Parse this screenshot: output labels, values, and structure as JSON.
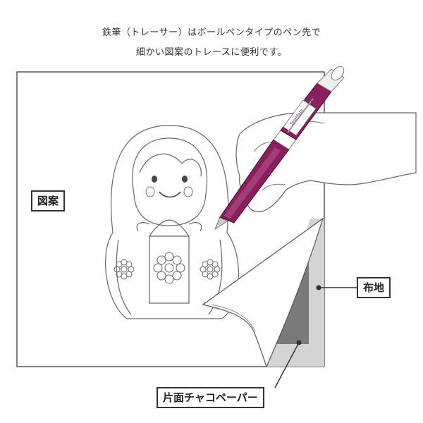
{
  "caption": {
    "line1": "鉄筆（トレーサー）はボールペンタイプのペン先で",
    "line2": "細かい図案のトレースに便利です。"
  },
  "labels": {
    "design": "図案",
    "fabric": "布地",
    "paper": "片面チャコペーパー"
  },
  "pen": {
    "brand_mark": "SewMate"
  },
  "colors": {
    "pen_purple": "#8a1f5e",
    "pen_dark": "#4a0a30",
    "outline": "#555555",
    "chaco_dark": "#7a7a7a",
    "fabric_gray": "#d4d4d4"
  }
}
